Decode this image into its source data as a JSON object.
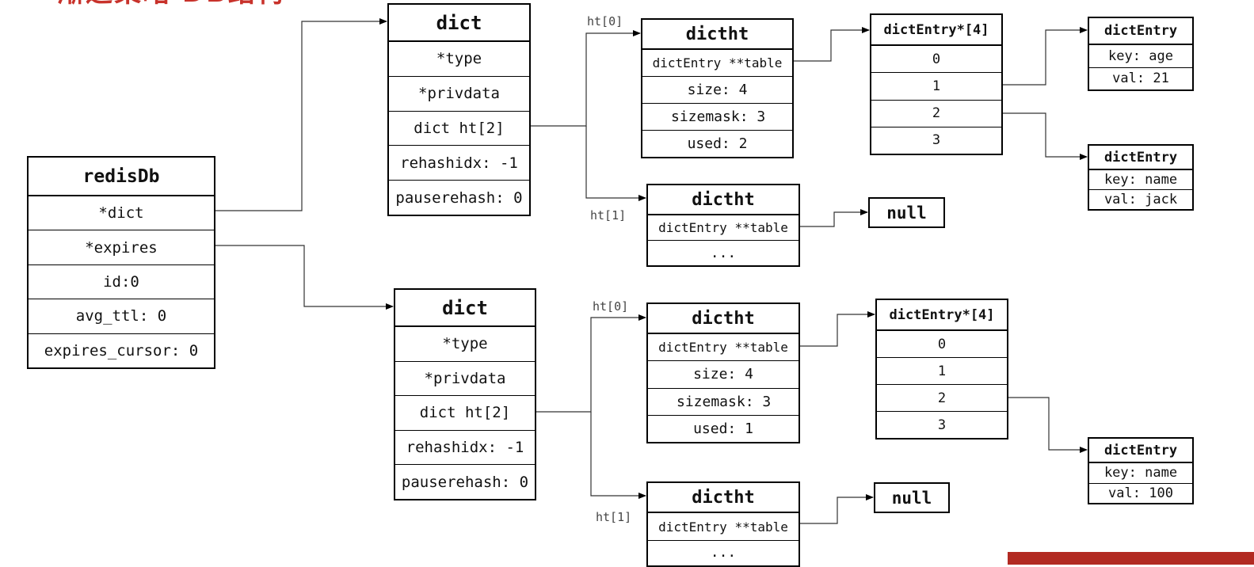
{
  "title": "渐进策略 DB结构",
  "redisDb": {
    "name": "redisDb",
    "fields": [
      "*dict",
      "*expires",
      "id:0",
      "avg_ttl: 0",
      "expires_cursor: 0"
    ]
  },
  "dicts": [
    {
      "name": "dict",
      "fields": [
        "*type",
        "*privdata",
        "dict ht[2]",
        "rehashidx: -1",
        "pauserehash: 0"
      ],
      "ht0_label": "ht[0]",
      "ht1_label": "ht[1]",
      "ht0": {
        "name": "dictht",
        "fields": [
          "dictEntry **table",
          "size: 4",
          "sizemask: 3",
          "used: 2"
        ]
      },
      "ht1": {
        "name": "dictht",
        "fields": [
          "dictEntry **table",
          "..."
        ]
      },
      "null_label": "null",
      "array": {
        "name": "dictEntry*[4]",
        "slots": [
          "0",
          "1",
          "2",
          "3"
        ]
      },
      "entries": [
        {
          "name": "dictEntry",
          "key": "key: age",
          "val": "val: 21"
        },
        {
          "name": "dictEntry",
          "key": "key: name",
          "val": "val: jack"
        }
      ]
    },
    {
      "name": "dict",
      "fields": [
        "*type",
        "*privdata",
        "dict ht[2]",
        "rehashidx: -1",
        "pauserehash: 0"
      ],
      "ht0_label": "ht[0]",
      "ht1_label": "ht[1]",
      "ht0": {
        "name": "dictht",
        "fields": [
          "dictEntry **table",
          "size: 4",
          "sizemask: 3",
          "used: 1"
        ]
      },
      "ht1": {
        "name": "dictht",
        "fields": [
          "dictEntry **table",
          "..."
        ]
      },
      "null_label": "null",
      "array": {
        "name": "dictEntry*[4]",
        "slots": [
          "0",
          "1",
          "2",
          "3"
        ]
      },
      "entries": [
        {
          "name": "dictEntry",
          "key": "key: name",
          "val": "val: 100"
        }
      ]
    }
  ]
}
